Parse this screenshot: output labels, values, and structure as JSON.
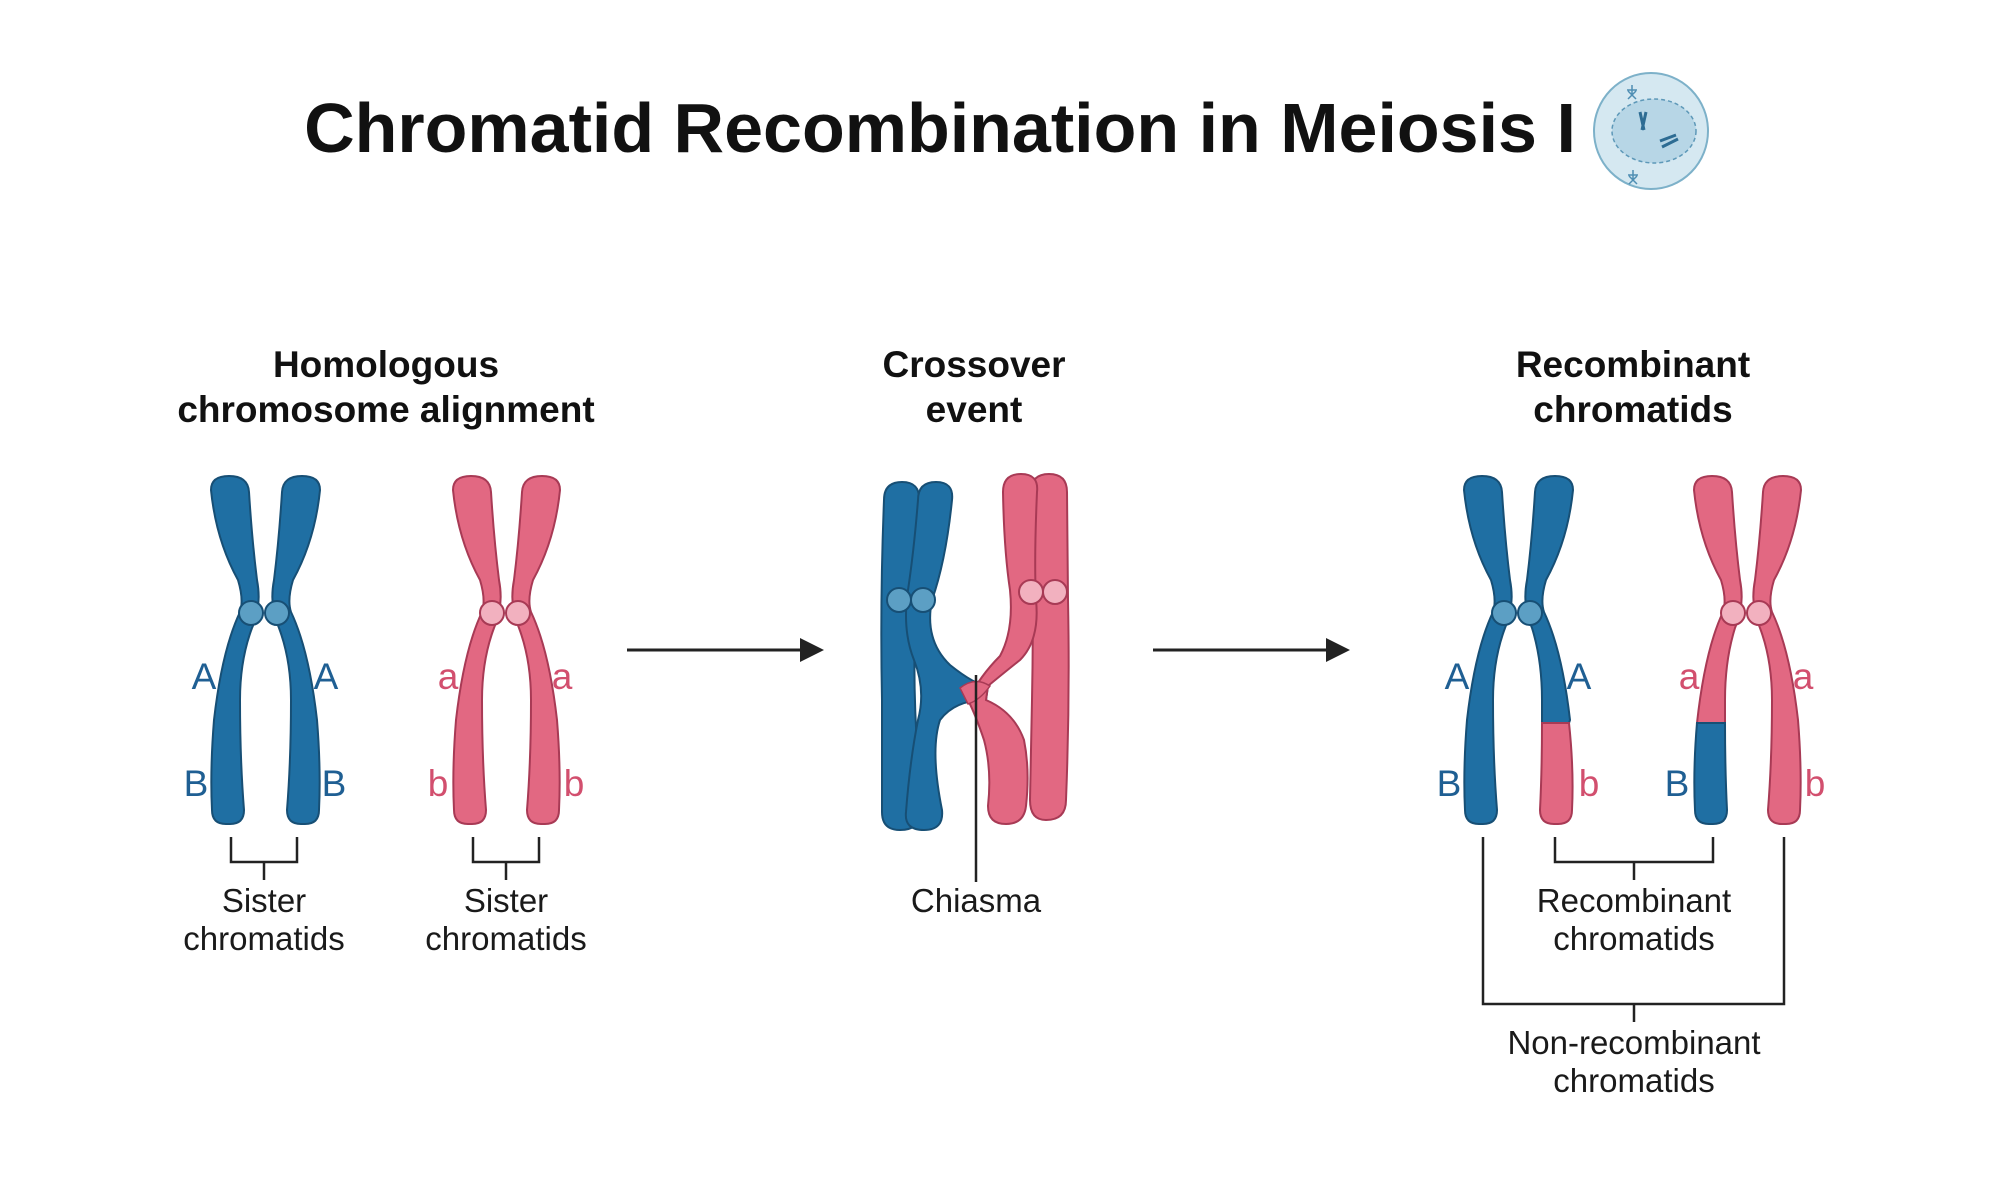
{
  "title": "Chromatid Recombination in Meiosis I",
  "colors": {
    "maternal_blue": "#1f6fa3",
    "paternal_pink": "#e26882",
    "centromere_blue": "#5c9fc4",
    "centromere_pink": "#f2b1bf",
    "arrow": "#222222"
  },
  "icons": [
    "cell-icon",
    "arrow-right-icon"
  ],
  "stages": [
    {
      "heading": [
        "Homologous",
        "chromosome alignment"
      ],
      "labels": [
        [
          "Sister",
          "chromatids"
        ],
        [
          "Sister",
          "chromatids"
        ]
      ],
      "alleles": {
        "blue_left": [
          "A",
          "B"
        ],
        "blue_right": [
          "A",
          "B"
        ],
        "pink_left": [
          "a",
          "b"
        ],
        "pink_right": [
          "a",
          "b"
        ]
      }
    },
    {
      "heading": [
        "Crossover",
        "event"
      ],
      "labels": [
        [
          "Chiasma"
        ]
      ]
    },
    {
      "heading": [
        "Recombinant",
        "chromatids"
      ],
      "labels": [
        [
          "Recombinant",
          "chromatids"
        ],
        [
          "Non-recombinant",
          "chromatids"
        ]
      ],
      "alleles": {
        "blue_left": [
          "A",
          "B"
        ],
        "blue_right": [
          "A",
          "b"
        ],
        "pink_left": [
          "a",
          "B"
        ],
        "pink_right": [
          "a",
          "b"
        ]
      }
    }
  ]
}
